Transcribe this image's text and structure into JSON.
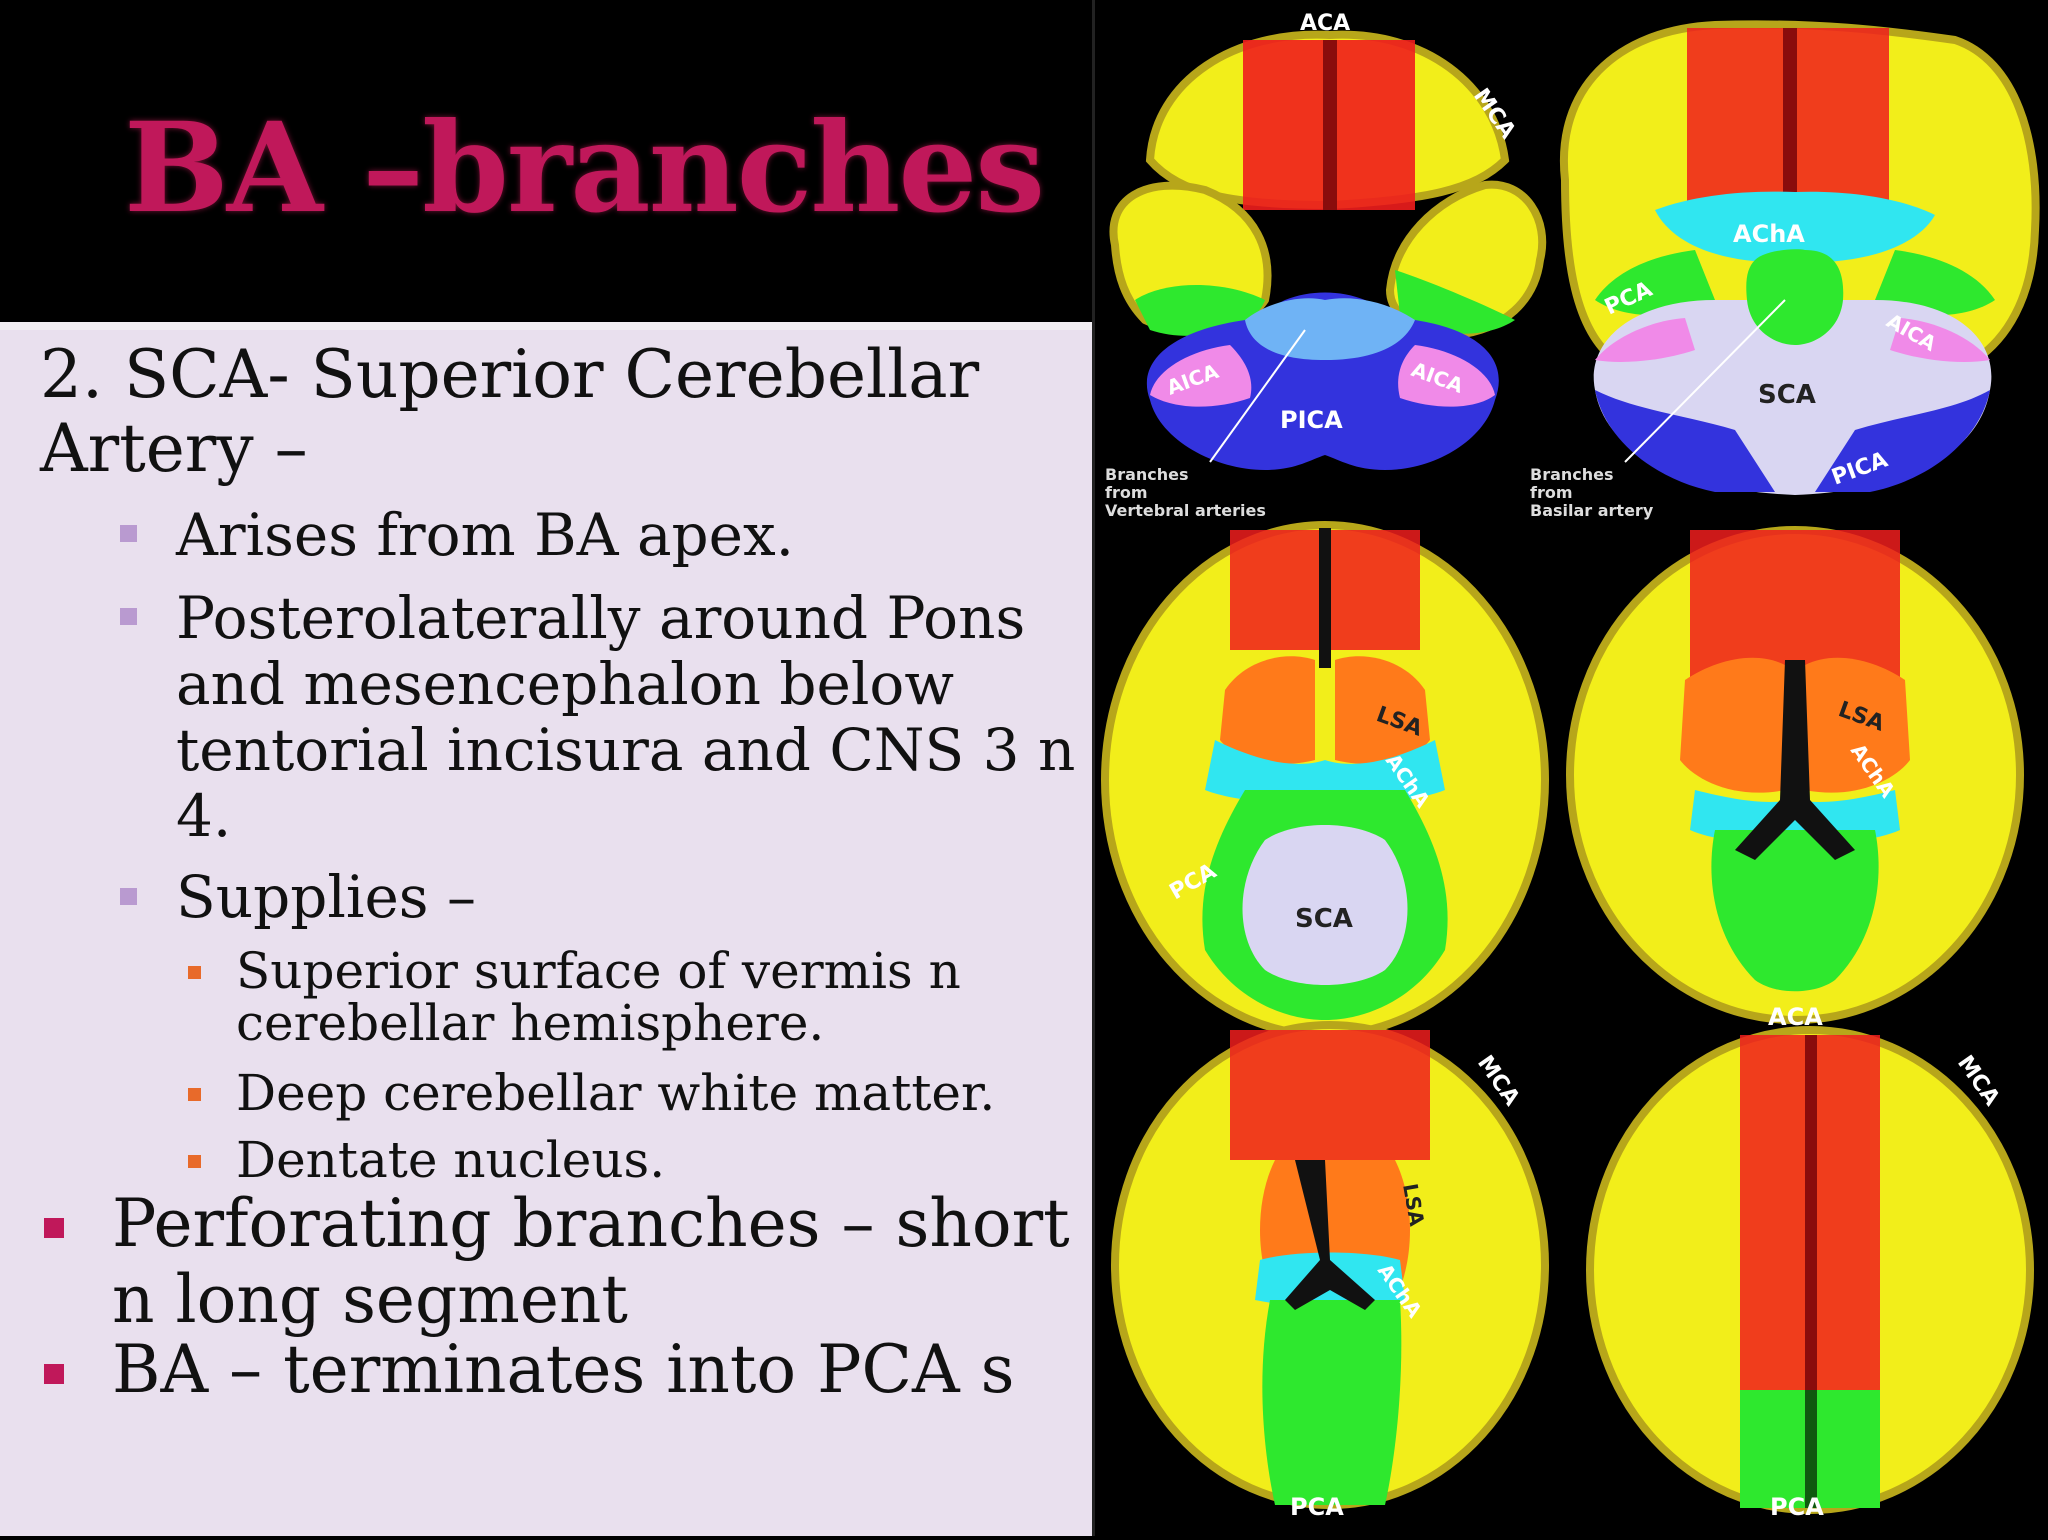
{
  "title": "BA –branches",
  "heading_line1": "2. SCA- Superior Cerebellar",
  "heading_line2": "Artery –",
  "bullets": {
    "arises": "Arises from BA apex.",
    "postero_1": "Posterolaterally around Pons",
    "postero_2": "and mesencephalon below",
    "postero_3": "tentorial incisura and CNS 3 n",
    "postero_4": "4.",
    "supplies": "Supplies –",
    "sub_1a": "Superior surface of vermis n",
    "sub_1b": "cerebellar hemisphere.",
    "sub_2": "Deep cerebellar white matter.",
    "sub_3": "Dentate nucleus.",
    "perf_1": "Perforating branches – short",
    "perf_2": "n long segment",
    "terminates": "BA – terminates into PCA s"
  },
  "figure": {
    "aca_top": "ACA",
    "mca_top": "MCA",
    "aica_left": "AICA",
    "aica_right": "AICA",
    "pica_1": "PICA",
    "vert_note_1": "Branches",
    "vert_note_2": "from",
    "vert_note_3": "Vertebral arteries",
    "acha_top": "AChA",
    "pca_top": "PCA",
    "aica_2": "AICA",
    "sca_top": "SCA",
    "pica_2": "PICA",
    "basilar_note_1": "Branches",
    "basilar_note_2": "from",
    "basilar_note_3": "Basilar artery",
    "lsa_mid": "LSA",
    "acha_mid": "AChA",
    "pca_mid": "PCA",
    "sca_mid": "SCA",
    "lsa_mid_r": "LSA",
    "acha_mid_r": "AChA",
    "mca_bottom_l": "MCA",
    "lsa_bottom": "LSA",
    "acha_bottom": "AChA",
    "aca_bottom_r": "ACA",
    "mca_bottom_r": "MCA",
    "pca_bottom_l": "PCA",
    "pca_bottom_r": "PCA"
  },
  "colors": {
    "title": "#c0185a",
    "aca": "#f01d1d",
    "mca": "#f2ee1a",
    "pca": "#2ee82e",
    "sca": "#d9d6f2",
    "pica": "#3333dd",
    "aica": "#f08ae8",
    "acha": "#30e6f0",
    "lsa": "#ff7a1a"
  }
}
